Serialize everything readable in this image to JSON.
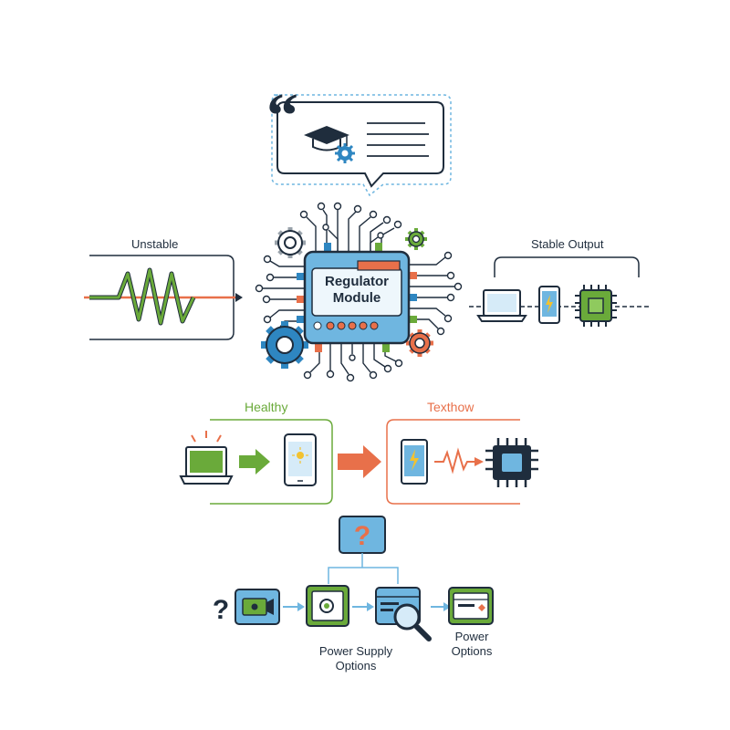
{
  "quote_bubble": {
    "quote_glyph": "“"
  },
  "input": {
    "label": "Unstable"
  },
  "output": {
    "label": "Stable Output"
  },
  "module": {
    "line1": "Regulator",
    "line2": "Module"
  },
  "states": {
    "healthy_label": "Healthy",
    "faulty_label": "Texthow"
  },
  "troubleshoot": {
    "top_glyph": "?",
    "left_glyph": "?",
    "power_supply_line1": "Power Supply",
    "power_supply_line2": "Options",
    "power_options_line1": "Power",
    "power_options_line2": "Options"
  },
  "colors": {
    "navy": "#1f2d3d",
    "blue": "#2e86c1",
    "light_blue": "#6fb6e0",
    "pale_blue": "#d6ebf8",
    "green": "#6aaa3a",
    "orange": "#e8704a",
    "gray": "#9aa3ab"
  }
}
